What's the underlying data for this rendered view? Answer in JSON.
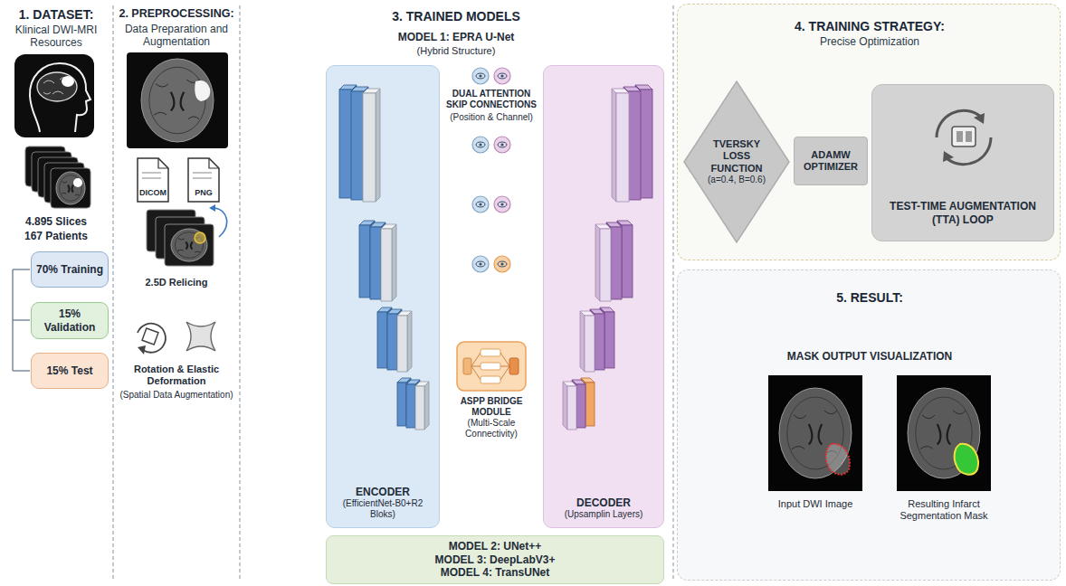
{
  "diagram": {
    "nodes": [
      {
        "text": [
          "1. DATASET:",
          "Klinical DWI-MRI Resources",
          "4.895 Slices",
          "167 Patients"
        ]
      },
      {
        "text": [
          "70% Training"
        ],
        "in": 0
      },
      {
        "text": [
          "15% Validation"
        ],
        "in": 0
      },
      {
        "text": [
          "15% Test"
        ],
        "in": 0
      },
      {
        "text": [
          "2. PREPROCESSING:",
          "Data Preparation and Augmentation",
          "2.5D Relicing",
          "Rotation & Elastic Deformation",
          "(Spatial Data Augmentation)"
        ]
      },
      {
        "text": [
          "DICOM"
        ],
        "in": 4
      },
      {
        "text": [
          "PNG"
        ],
        "in": 4
      },
      {
        "text": [
          "3. TRAINED MODELS",
          "MODEL 1: EPRA U-Net",
          "(Hybrid Structure)",
          "DUAL ATTENTION SKIP CONNECTIONS",
          "(Position & Channel)"
        ]
      },
      {
        "text": [
          "ENCODER",
          "(EfficientNet-B0+R2 Bloks)"
        ],
        "in": 7
      },
      {
        "text": [
          "ASPP BRIDGE MODULE",
          "(Multi-Scale Connectivity)"
        ],
        "in": 7
      },
      {
        "text": [
          "DECODER",
          "(Upsamplin Layers)"
        ],
        "in": 7
      },
      {
        "text": [
          "MODEL 2: UNet++",
          "MODEL 3: DeepLabV3+",
          "MODEL 4: TransUNet"
        ],
        "in": 7
      },
      {
        "text": [
          "4. TRAINING STRATEGY:",
          "Precise Optimization"
        ]
      },
      {
        "text": [
          "TVERSKY LOSS FUNCTION",
          "(a=0.4, B=0.6)"
        ],
        "in": 12
      },
      {
        "text": [
          "ADAMW OPTIMIZER"
        ],
        "in": 12
      },
      {
        "text": [
          "TEST-TIME AUGMENTATION (TTA) LOOP"
        ],
        "in": 12
      },
      {
        "text": [
          "5. RESULT:",
          "MASK OUTPUT VISUALIZATION",
          "Input DWI Image",
          "Resulting Infarct Segmentation Mask"
        ]
      }
    ]
  }
}
